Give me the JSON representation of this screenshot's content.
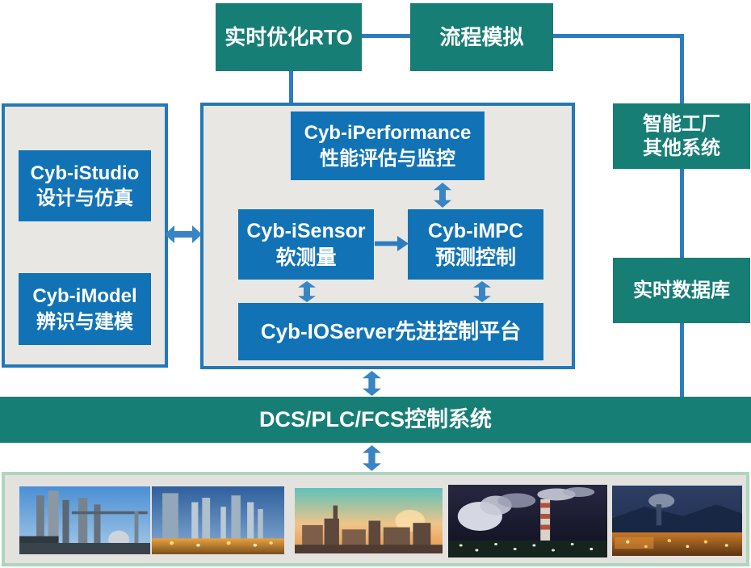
{
  "colors": {
    "teal": "#177E75",
    "blue": "#1173B6",
    "panel_fill": "#E9E7E4",
    "panel_border": "#2478B6",
    "connector": "#2E7CC0",
    "arrow": "#3884C4",
    "strip_border": "#AED6BA",
    "strip_fill": "#E4E2DF",
    "text": "#FFFFFF"
  },
  "top_row": {
    "rto_label": "实时优化RTO",
    "process_sim_label": "流程模拟"
  },
  "right_column": {
    "smart_factory_line1": "智能工厂",
    "smart_factory_line2": "其他系统",
    "realtime_db_label": "实时数据库"
  },
  "left_panel": {
    "istudio_line1": "Cyb-iStudio",
    "istudio_line2": "设计与仿真",
    "imodel_line1": "Cyb-iModel",
    "imodel_line2": "辨识与建模"
  },
  "center_panel": {
    "iperformance_line1": "Cyb-iPerformance",
    "iperformance_line2": "性能评估与监控",
    "isensor_line1": "Cyb-iSensor",
    "isensor_line2": "软测量",
    "impc_line1": "Cyb-iMPC",
    "impc_line2": "预测控制",
    "ioserver_label": "Cyb-IOServer先进控制平台"
  },
  "bottom": {
    "dcs_label": "DCS/PLC/FCS控制系统"
  },
  "icons": {
    "double-arrow-icon": "two-headed blue arrow connector",
    "arrow-right-icon": "single-headed blue arrow pointing right"
  },
  "photos": [
    {
      "name": "photo-refinery-day",
      "description": "refinery distillation columns under blue sky"
    },
    {
      "name": "photo-plant-dusk",
      "description": "petrochemical plant towers at dusk with orange lights"
    },
    {
      "name": "photo-skyline-sunset",
      "description": "industrial plant skyline at sunset"
    },
    {
      "name": "photo-factory-night",
      "description": "factory at night with smoke plumes and striped chimney"
    },
    {
      "name": "photo-plant-night",
      "description": "illuminated plant at night in front of hills"
    }
  ]
}
